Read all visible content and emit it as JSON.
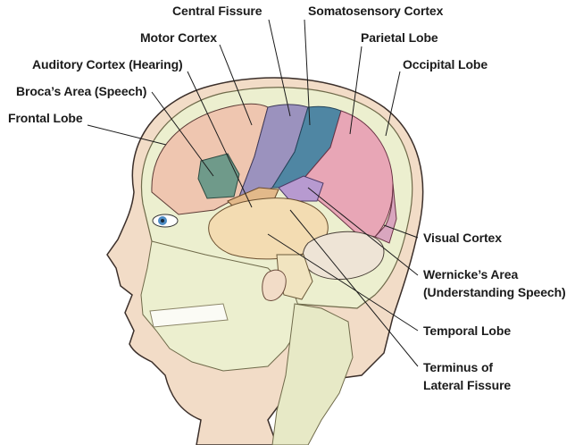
{
  "labels": {
    "central_fissure": "Central Fissure",
    "somatosensory_cortex": "Somatosensory Cortex",
    "motor_cortex": "Motor Cortex",
    "parietal_lobe": "Parietal Lobe",
    "auditory_cortex": "Auditory Cortex (Hearing)",
    "occipital_lobe": "Occipital Lobe",
    "brocas_area": "Broca’s Area (Speech)",
    "frontal_lobe": "Frontal Lobe",
    "visual_cortex": "Visual Cortex",
    "wernickes_area_line1": "Wernicke’s Area",
    "wernickes_area_line2": "(Understanding Speech)",
    "temporal_lobe": "Temporal Lobe",
    "terminus_line1": "Terminus of",
    "terminus_line2": "Lateral Fissure"
  },
  "colors": {
    "skin": "#f2dcc7",
    "skull": "#ecefcf",
    "frontal_lobe": "#efc6b0",
    "brocas_area": "#6f9a8a",
    "motor_cortex": "#9b92be",
    "somatosensory_cortex": "#4f86a3",
    "parietal_lobe": "#e8a6b6",
    "wernickes_area": "#b79ad0",
    "temporal_lobe": "#f3dcb2",
    "auditory_cortex": "#e2b98a",
    "cerebellum": "#eee4d6",
    "occipital": "#d9a6bf",
    "eye_iris": "#4c8bc4",
    "leader_line": "#1b1b1b"
  }
}
